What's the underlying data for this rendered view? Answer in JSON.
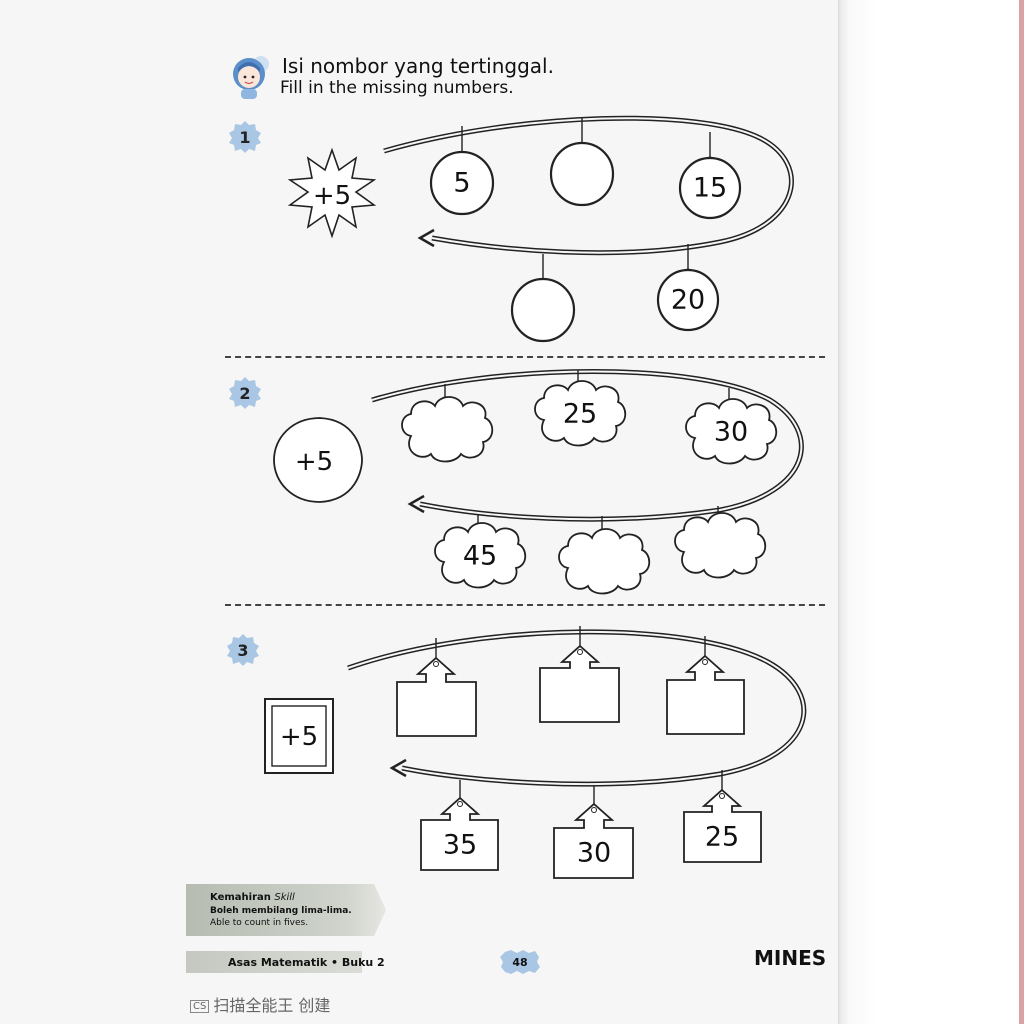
{
  "header": {
    "title_ms": "Isi nombor yang tertinggal.",
    "title_en": "Fill in the missing numbers."
  },
  "exercises": [
    {
      "number": "1",
      "operator": "+5",
      "operator_shape": "star",
      "container_shape": "circle",
      "items": [
        "5",
        "",
        "15",
        "20",
        ""
      ]
    },
    {
      "number": "2",
      "operator": "+5",
      "operator_shape": "drop",
      "container_shape": "cloud",
      "items": [
        "",
        "25",
        "30",
        "",
        "",
        "45"
      ]
    },
    {
      "number": "3",
      "operator": "+5",
      "operator_shape": "square",
      "container_shape": "tag",
      "items": [
        "",
        "",
        "",
        "25",
        "30",
        "35"
      ]
    }
  ],
  "skill": {
    "label_ms": "Kemahiran",
    "label_en": "Skill",
    "text_ms": "Boleh membilang lima-lima.",
    "text_en": "Able to count in fives."
  },
  "footer": {
    "book": "Asas Matematik • Buku 2",
    "page": "48",
    "brand": "MINES"
  },
  "scanner_watermark": {
    "badge": "CS",
    "text": "扫描全能王 创建"
  },
  "colors": {
    "badge_blue": "#a9c7e4",
    "skill_box": "#c4c8c0",
    "ink": "#111111"
  }
}
